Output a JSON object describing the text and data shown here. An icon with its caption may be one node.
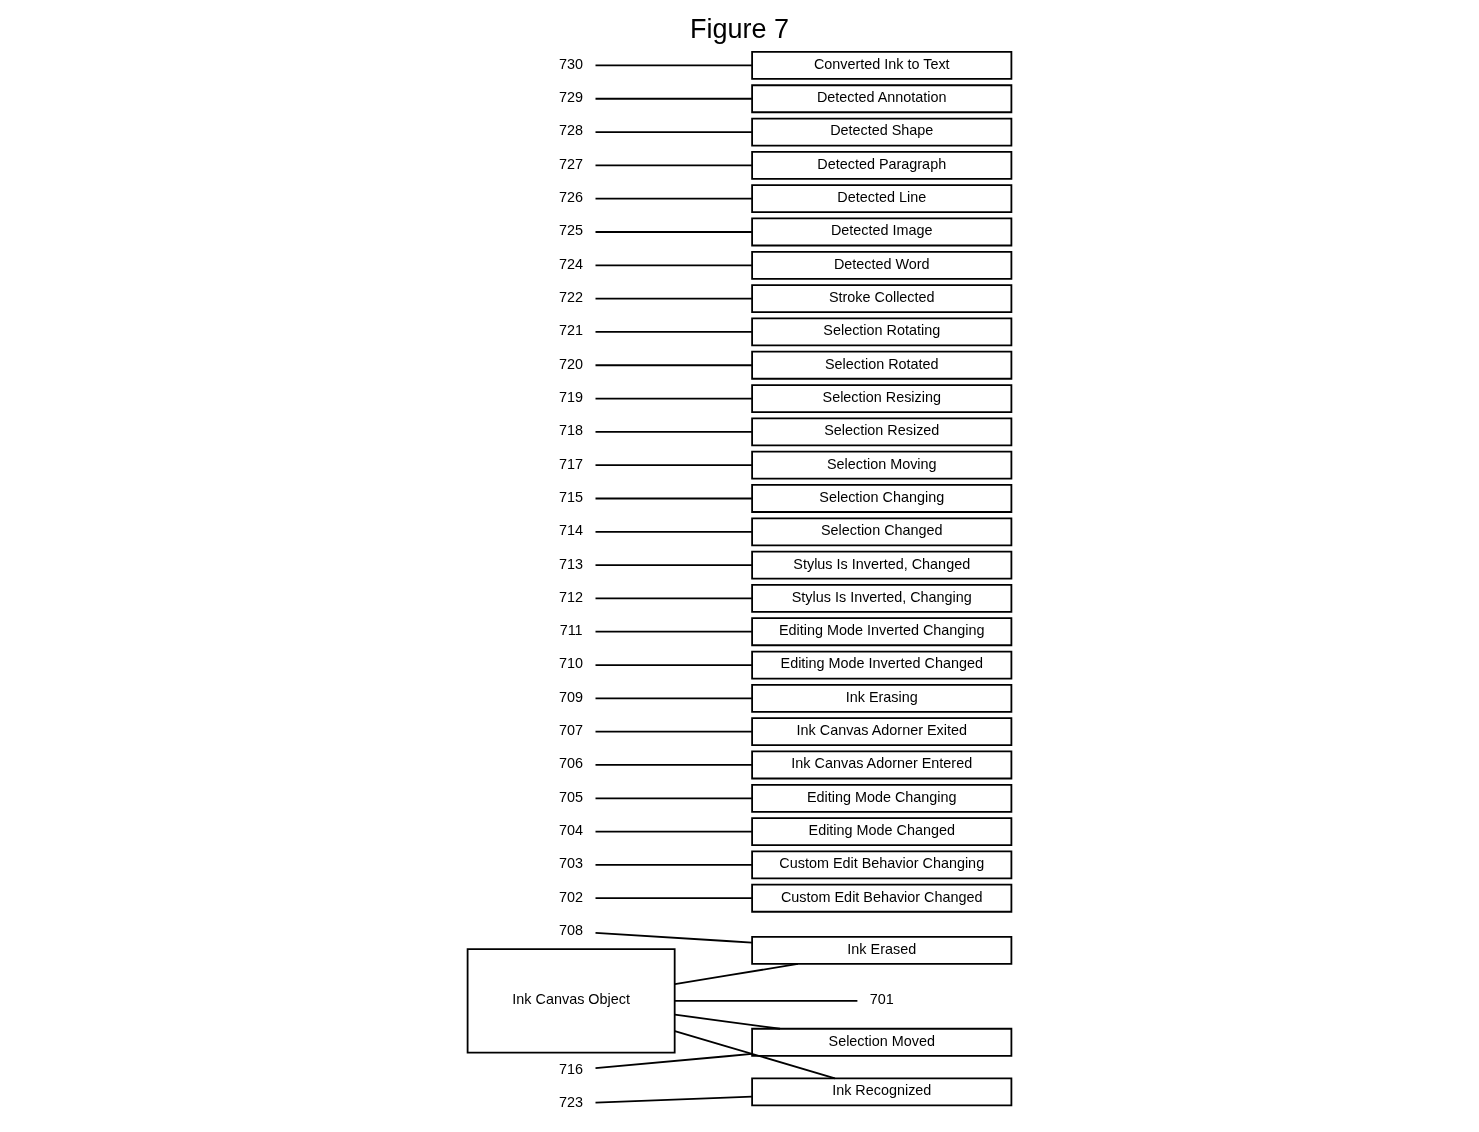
{
  "diagram": {
    "title": "Figure 7",
    "nodes": [
      {
        "text": [
          "Ink Canvas Object"
        ]
      },
      {
        "text": [
          "Custom Edit Behavior Changed"
        ]
      },
      {
        "text": [
          "Custom Edit Behavior Changing"
        ]
      },
      {
        "text": [
          "Editing Mode Changed"
        ]
      },
      {
        "text": [
          "Editing Mode Changing"
        ]
      },
      {
        "text": [
          "Ink Canvas Adorner Entered"
        ]
      },
      {
        "text": [
          "Ink Canvas Adorner Exited"
        ]
      },
      {
        "text": [
          "Ink Erased"
        ]
      },
      {
        "text": [
          "Ink Erasing"
        ]
      },
      {
        "text": [
          "Editing Mode Inverted Changed"
        ]
      },
      {
        "text": [
          "Editing Mode Inverted Changing"
        ]
      },
      {
        "text": [
          "Stylus Is Inverted, Changing"
        ]
      },
      {
        "text": [
          "Stylus Is Inverted, Changed"
        ]
      },
      {
        "text": [
          "Selection Changed"
        ]
      },
      {
        "text": [
          "Selection Changing"
        ]
      },
      {
        "text": [
          "Selection Moved"
        ]
      },
      {
        "text": [
          "Selection Moving"
        ]
      },
      {
        "text": [
          "Selection Resized"
        ]
      },
      {
        "text": [
          "Selection Resizing"
        ]
      },
      {
        "text": [
          "Selection Rotated"
        ]
      },
      {
        "text": [
          "Selection Rotating"
        ]
      },
      {
        "text": [
          "Stroke Collected"
        ]
      },
      {
        "text": [
          "Ink Recognized"
        ]
      },
      {
        "text": [
          "Detected Word"
        ]
      },
      {
        "text": [
          "Detected Image"
        ]
      },
      {
        "text": [
          "Detected Line"
        ]
      },
      {
        "text": [
          "Detected Paragraph"
        ]
      },
      {
        "text": [
          "Detected Shape"
        ]
      },
      {
        "text": [
          "Detected Annotation"
        ]
      },
      {
        "text": [
          "Converted Ink to Text"
        ]
      },
      {
        "text": [
          "701"
        ]
      },
      {
        "text": [
          "702"
        ]
      },
      {
        "text": [
          "703"
        ]
      },
      {
        "text": [
          "704"
        ]
      },
      {
        "text": [
          "705"
        ]
      },
      {
        "text": [
          "706"
        ]
      },
      {
        "text": [
          "707"
        ]
      },
      {
        "text": [
          "708"
        ]
      },
      {
        "text": [
          "709"
        ]
      },
      {
        "text": [
          "710"
        ]
      },
      {
        "text": [
          "711"
        ]
      },
      {
        "text": [
          "712"
        ]
      },
      {
        "text": [
          "713"
        ]
      },
      {
        "text": [
          "714"
        ]
      },
      {
        "text": [
          "715"
        ]
      },
      {
        "text": [
          "716"
        ]
      },
      {
        "text": [
          "717"
        ]
      },
      {
        "text": [
          "718"
        ]
      },
      {
        "text": [
          "719"
        ]
      },
      {
        "text": [
          "720"
        ]
      },
      {
        "text": [
          "721"
        ]
      },
      {
        "text": [
          "722"
        ]
      },
      {
        "text": [
          "723"
        ]
      },
      {
        "text": [
          "724"
        ]
      },
      {
        "text": [
          "725"
        ]
      },
      {
        "text": [
          "726"
        ]
      },
      {
        "text": [
          "727"
        ]
      },
      {
        "text": [
          "728"
        ]
      },
      {
        "text": [
          "729"
        ]
      },
      {
        "text": [
          "730"
        ]
      }
    ],
    "edges": [
      {
        "from": 0,
        "to": 7,
        "arrow": "none"
      },
      {
        "from": 0,
        "to": 15,
        "arrow": "none"
      },
      {
        "from": 0,
        "to": 22,
        "arrow": "none"
      },
      {
        "from": 30,
        "to": 0,
        "arrow": "none"
      },
      {
        "from": 31,
        "to": 1,
        "arrow": "none"
      },
      {
        "from": 32,
        "to": 2,
        "arrow": "none"
      },
      {
        "from": 33,
        "to": 3,
        "arrow": "none"
      },
      {
        "from": 34,
        "to": 4,
        "arrow": "none"
      },
      {
        "from": 35,
        "to": 5,
        "arrow": "none"
      },
      {
        "from": 36,
        "to": 6,
        "arrow": "none"
      },
      {
        "from": 37,
        "to": 7,
        "arrow": "none"
      },
      {
        "from": 38,
        "to": 8,
        "arrow": "none"
      },
      {
        "from": 39,
        "to": 9,
        "arrow": "none"
      },
      {
        "from": 40,
        "to": 10,
        "arrow": "none"
      },
      {
        "from": 41,
        "to": 11,
        "arrow": "none"
      },
      {
        "from": 42,
        "to": 12,
        "arrow": "none"
      },
      {
        "from": 43,
        "to": 13,
        "arrow": "none"
      },
      {
        "from": 44,
        "to": 14,
        "arrow": "none"
      },
      {
        "from": 45,
        "to": 15,
        "arrow": "none"
      },
      {
        "from": 46,
        "to": 16,
        "arrow": "none"
      },
      {
        "from": 47,
        "to": 17,
        "arrow": "none"
      },
      {
        "from": 48,
        "to": 18,
        "arrow": "none"
      },
      {
        "from": 49,
        "to": 19,
        "arrow": "none"
      },
      {
        "from": 50,
        "to": 20,
        "arrow": "none"
      },
      {
        "from": 51,
        "to": 21,
        "arrow": "none"
      },
      {
        "from": 52,
        "to": 22,
        "arrow": "none"
      },
      {
        "from": 53,
        "to": 23,
        "arrow": "none"
      },
      {
        "from": 54,
        "to": 24,
        "arrow": "none"
      },
      {
        "from": 55,
        "to": 25,
        "arrow": "none"
      },
      {
        "from": 56,
        "to": 26,
        "arrow": "none"
      },
      {
        "from": 57,
        "to": 27,
        "arrow": "none"
      },
      {
        "from": 58,
        "to": 28,
        "arrow": "none"
      },
      {
        "from": 59,
        "to": 29,
        "arrow": "none"
      }
    ]
  }
}
